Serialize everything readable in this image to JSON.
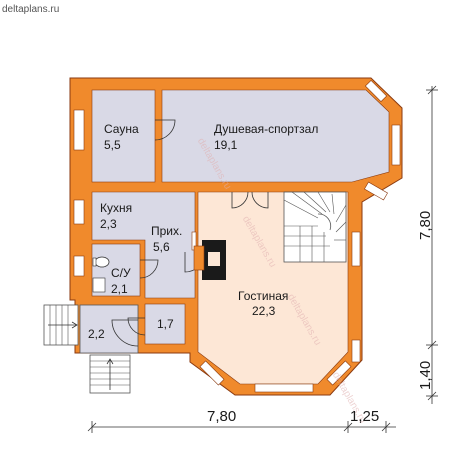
{
  "site": {
    "name": "deltaplans.ru"
  },
  "watermark": "deltaplans.ru",
  "rooms": [
    {
      "id": "sauna",
      "name": "Сауна",
      "area": "5,5"
    },
    {
      "id": "shower-gym",
      "name": "Душевая-спортзал",
      "area": "19,1"
    },
    {
      "id": "kitchen",
      "name": "Кухня",
      "area": "2,3"
    },
    {
      "id": "hall",
      "name": "Прих.",
      "area": "5,6"
    },
    {
      "id": "wc",
      "name": "С/У",
      "area": "2,1"
    },
    {
      "id": "vestibule",
      "name": "",
      "area": "1,7"
    },
    {
      "id": "porch",
      "name": "",
      "area": "2,2"
    },
    {
      "id": "living",
      "name": "Гостиная",
      "area": "22,3"
    }
  ],
  "dimensions": {
    "bottom_main": "7,80",
    "bottom_extra": "1,25",
    "right_main": "7,80",
    "right_extra": "1,40"
  },
  "colors": {
    "wall": "#f08a2c",
    "wall_outline": "#8a3a10",
    "room_fill": "#d9d9e6",
    "living_fill": "#fde7d6",
    "window": "#ffffff",
    "stairs": "#ffffff",
    "fireplace": "#1a1a1a"
  }
}
